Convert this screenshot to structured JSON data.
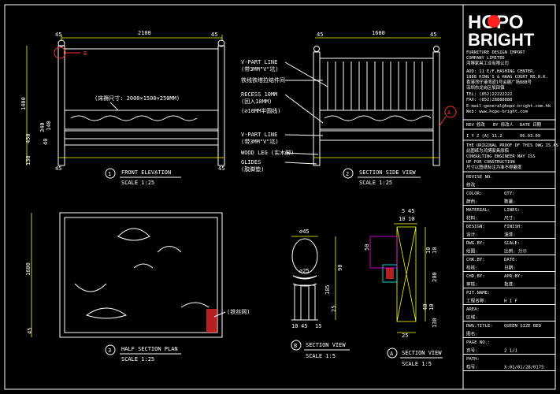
{
  "brand": {
    "logo_top": "HOPO",
    "logo_bottom": "BRIGHT",
    "company_lines": [
      "FURNITURE DESIGN IMPORT",
      "COMPANY LIMITED",
      "鸿博家具工业有限公司"
    ],
    "address_lines": [
      "ADD: 11 E/F,HASHING CENTER,",
      "1888 KING'S & HAAG COURT RD,H.K.",
      "香港湾仔港湾道1号会展广场888号",
      "深圳市龙岗区坂田镇",
      "TEL: (852)22222222",
      "FAX: (852)28888888",
      "E-mail:general@hopo-bright.com.hk",
      "Web: www.hopo-bright.com"
    ]
  },
  "title_block": {
    "rev_header": [
      "REV 修改",
      "BY 修改人",
      "DATE 日期"
    ],
    "rev_row": [
      "I Y Z (A) 11.2",
      "",
      "06.03.09"
    ],
    "notes": [
      "THE ORIGINAL PROOF OF THIS DWG IS AS",
      "此图纸为鸿博家具原稿",
      "CONSULTING ENGINEER MAY ISS",
      "UP FOR CONSTRUCTION",
      "尺寸以图纸标注为准不得量度"
    ],
    "rows": [
      {
        "label": "REVISE NO.",
        "value": ""
      },
      {
        "label": "修改",
        "value": ""
      },
      {
        "label": "COLOR:",
        "value": "QTY:"
      },
      {
        "label": "颜色:",
        "value": "数量:"
      },
      {
        "label": "MATERIAL:",
        "value": "LINES:"
      },
      {
        "label": "材料:",
        "value": "尺寸:"
      },
      {
        "label": "DESIGN:",
        "value": "FINISH:"
      },
      {
        "label": "设计:",
        "value": "油漆:"
      },
      {
        "label": "DWG.BY:",
        "value": "SCALE:"
      },
      {
        "label": "绘图:",
        "value": "比例: 分示"
      },
      {
        "label": "CHK.BY:",
        "value": "DATE:"
      },
      {
        "label": "校核:",
        "value": "日期:"
      },
      {
        "label": "CHD.BY:",
        "value": "APR.BY:"
      },
      {
        "label": "审核:",
        "value": "批准:"
      },
      {
        "label": "PJT.NAME:",
        "value": ""
      },
      {
        "label": "工程名称:",
        "value": "H I F"
      },
      {
        "label": "AREA:",
        "value": ""
      },
      {
        "label": "区域:",
        "value": ""
      },
      {
        "label": "DWG.TITLE:",
        "value": "QUEEN SIZE BED"
      },
      {
        "label": "图名:",
        "value": ""
      },
      {
        "label": "PAGE NO.:",
        "value": ""
      },
      {
        "label": "页号:",
        "value": "2          1/1"
      },
      {
        "label": "PATH:",
        "value": ""
      },
      {
        "label": "档号:",
        "value": "X:01/01/28/0175"
      }
    ]
  },
  "views": {
    "front": {
      "num": "1",
      "title": "FRONT ELEVATION",
      "scale": "SCALE 1:25",
      "dims": [
        "2100",
        "45",
        "45",
        "1400",
        "450",
        "340",
        "140",
        "130",
        "40",
        "45",
        "45"
      ],
      "callout_b": "B",
      "note": "(床褥尺寸: 2000×1500×250MM)"
    },
    "side": {
      "num": "2",
      "title": "SECTION SIDE VIEW",
      "scale": "SCALE 1:25",
      "dims": [
        "1600",
        "45",
        "45"
      ],
      "callout_a": "A",
      "labels": [
        "V-PART LINE",
        "(带3MM\"V\"坑)",
        "铁线铁塔拉结件间",
        "RECESS 10MM",
        "(回入10MM)",
        "(∅10MM半圆线)",
        "V-PART LINE",
        "(带3MM\"V\"坑)",
        "WOOD LEG (实木脚)",
        "GLIDES",
        "(胶脚垫)"
      ]
    },
    "plan": {
      "num": "3",
      "title": "HALF SECTION PLAN",
      "scale": "SCALE 1:25",
      "dims": [
        "1600",
        "45"
      ],
      "note": "(铁丝网)"
    },
    "sectionB": {
      "num": "B",
      "title": "SECTION VIEW",
      "scale": "SCALE 1:5",
      "dims": [
        "∅45",
        "∅25",
        "90",
        "185",
        "25",
        "45",
        "10",
        "15"
      ]
    },
    "sectionA": {
      "num": "A",
      "title": "SECTION VIEW",
      "scale": "SCALE 1:5",
      "dims": [
        "5",
        "45",
        "10",
        "10",
        "50",
        "10",
        "10",
        "200",
        "40",
        "10",
        "130",
        "25"
      ]
    }
  },
  "colors": {
    "background": "#000000",
    "lines": "#ffffff",
    "dims": "#ffff00",
    "notes": "#00ffff",
    "accent": "#ff3030"
  }
}
